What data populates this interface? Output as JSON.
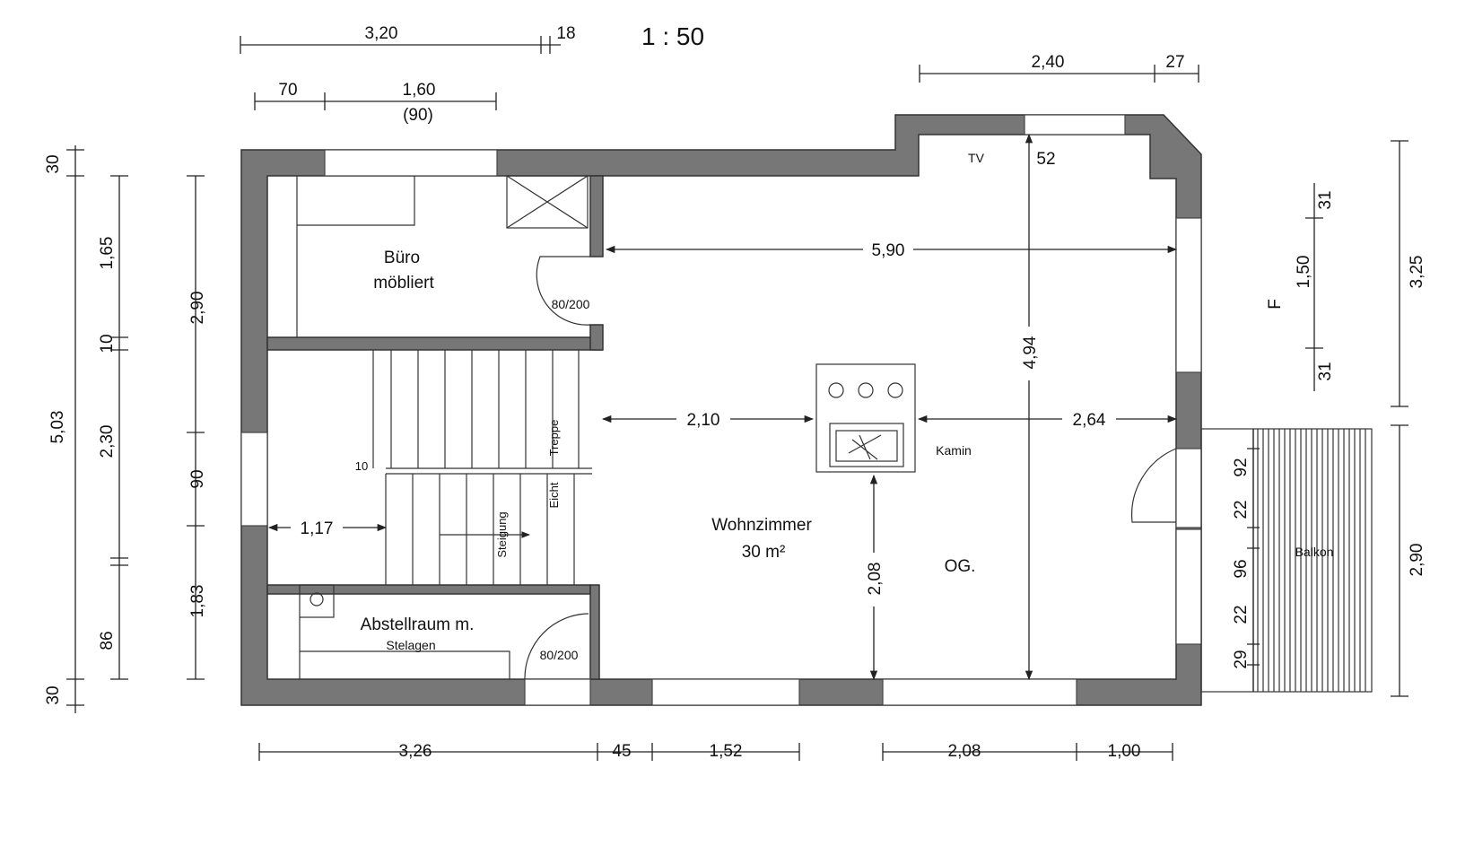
{
  "scale": "1 : 50",
  "level": "OG.",
  "rooms": {
    "office_line1": "Büro",
    "office_line2": "möbliert",
    "living_line1": "Wohnzimmer",
    "living_line2": "30 m²",
    "storage_line1": "Abstellraum m.",
    "storage_line2": "Stelagen",
    "balcony": "Balkon"
  },
  "labels": {
    "tv": "TV",
    "fireplace": "Kamin",
    "stair_word1": "Treppe",
    "stair_word2": "Eicht",
    "stair_rise": "Steigung",
    "window_marker": "F"
  },
  "doors": {
    "office": "80/200",
    "storage": "80/200"
  },
  "dims_top": {
    "d320": "3,20",
    "d18": "18",
    "d70": "70",
    "d160": "1,60",
    "d90p": "(90)",
    "d240": "2,40",
    "d27": "27"
  },
  "dims_bottom": {
    "d326": "3,26",
    "d45": "45",
    "d152": "1,52",
    "d208": "2,08",
    "d100": "1,00"
  },
  "dims_left": {
    "d30a": "30",
    "d503": "5,03",
    "d30b": "30",
    "d165": "1,65",
    "d10": "10",
    "d230": "2,30",
    "d86": "86",
    "d290": "2,90",
    "d90": "90",
    "d183": "1,83"
  },
  "dims_right": {
    "d31a": "31",
    "d150": "1,50",
    "d31b": "31",
    "d325": "3,25",
    "d92": "92",
    "d22a": "22",
    "d96": "96",
    "d22b": "22",
    "d29": "29",
    "d290b": "2,90"
  },
  "dims_interior": {
    "d590": "5,90",
    "d52": "52",
    "d494": "4,94",
    "d210": "2,10",
    "d264": "2,64",
    "d208v": "2,08",
    "d117": "1,17",
    "d10s": "10"
  }
}
